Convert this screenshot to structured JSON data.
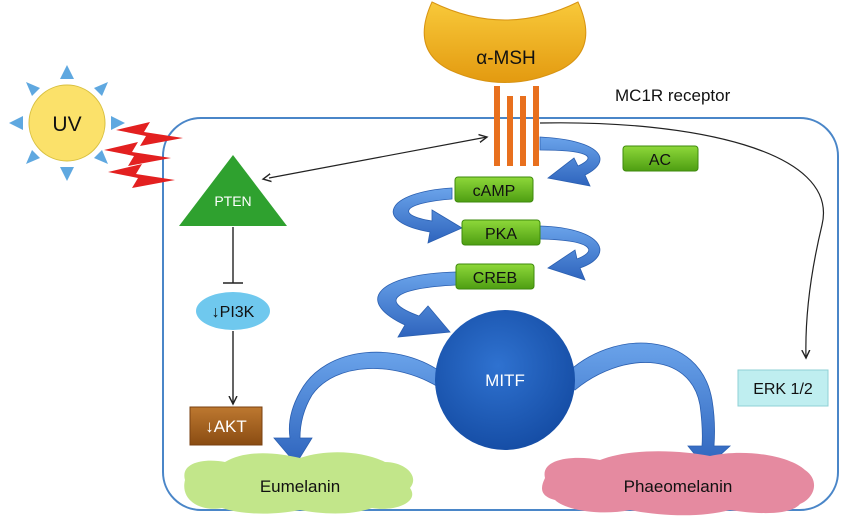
{
  "labels": {
    "alpha_msh": "α-MSH",
    "receptor": "MC1R receptor",
    "uv": "UV",
    "pten": "PTEN",
    "pi3k": "↓PI3K",
    "akt": "↓AKT",
    "ac": "AC",
    "camp": "cAMP",
    "pka": "PKA",
    "creb": "CREB",
    "mitf": "MITF",
    "erk": "ERK 1/2",
    "eumelanin": "Eumelanin",
    "phaeomelanin": "Phaeomelanin"
  },
  "colors": {
    "cell_border": "#4a86c8",
    "moon": "#f2b51c",
    "receptor": "#e8701e",
    "sun_core": "#fbe16a",
    "sun_rays": "#5fa8e0",
    "lightning": "#e32020",
    "pten": "#2fa12f",
    "pi3k": "#6fc8ee",
    "akt": "#a8611c",
    "green_box": "#6cc21c",
    "blue_arrow": "#3d7bd4",
    "mitf": "#1d5cb8",
    "erk": "#bfeef0",
    "eumelanin": "#c2e68a",
    "phaeomelanin": "#e58aa0"
  }
}
